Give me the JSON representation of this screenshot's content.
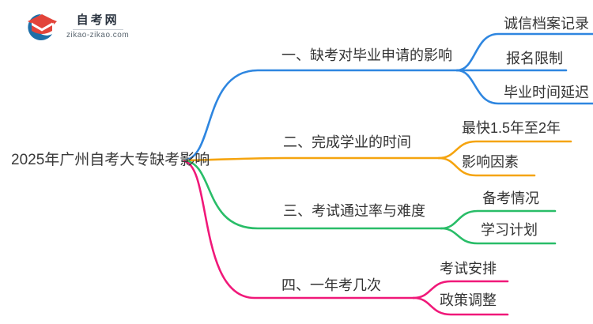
{
  "logo": {
    "brand": "自考网",
    "domain": "zikao-zikao.com",
    "icon": "graduation-cap-icon",
    "cap_color": "#e2443a",
    "swoosh_color": "#1e6fa8"
  },
  "mindmap": {
    "root": {
      "label": "2025年广州自考大专缺考影响"
    },
    "branches": [
      {
        "label": "一、缺考对毕业申请的影响",
        "color": "#2e86e0",
        "children": [
          {
            "label": "诚信档案记录"
          },
          {
            "label": "报名限制"
          },
          {
            "label": "毕业时间延迟"
          }
        ]
      },
      {
        "label": "二、完成学业的时间",
        "color": "#f5a40f",
        "children": [
          {
            "label": "最快1.5年至2年"
          },
          {
            "label": "影响因素"
          }
        ]
      },
      {
        "label": "三、考试通过率与难度",
        "color": "#29bd68",
        "children": [
          {
            "label": "备考情况"
          },
          {
            "label": "学习计划"
          }
        ]
      },
      {
        "label": "四、一年考几次",
        "color": "#f01879",
        "children": [
          {
            "label": "考试安排"
          },
          {
            "label": "政策调整"
          }
        ]
      }
    ]
  }
}
